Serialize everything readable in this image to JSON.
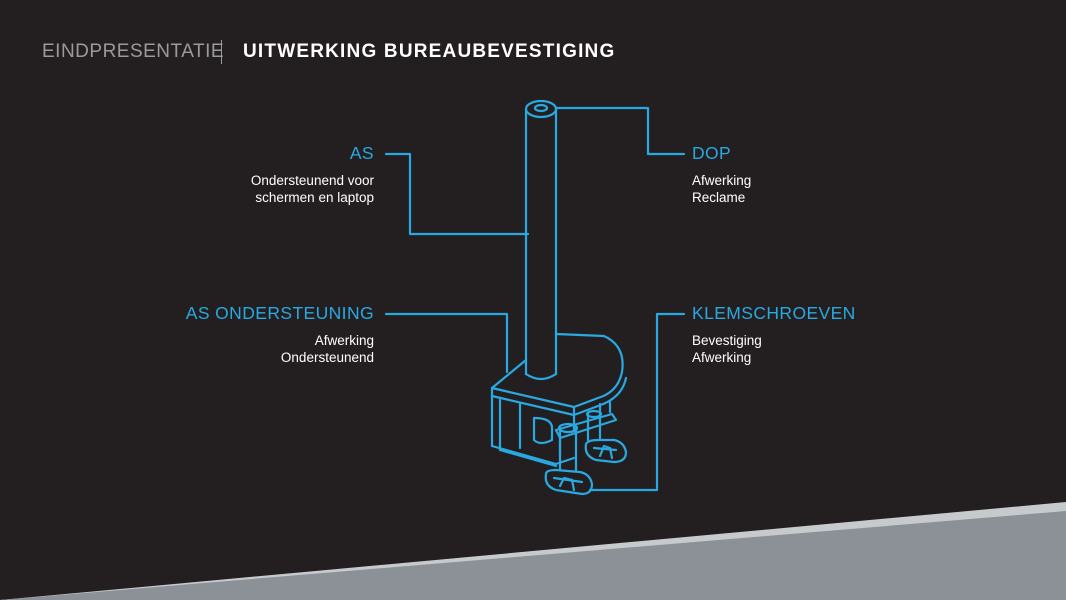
{
  "header": {
    "section": "EINDPRESENTATIE",
    "title": "UITWERKING BUREAUBEVESTIGING"
  },
  "callouts": {
    "as": {
      "title": "AS",
      "line1": "Ondersteunend voor",
      "line2": "schermen en laptop"
    },
    "dop": {
      "title": "DOP",
      "line1": "Afwerking",
      "line2": "Reclame"
    },
    "as_ondersteuning": {
      "title": "AS ONDERSTEUNING",
      "line1": "Afwerking",
      "line2": "Ondersteunend"
    },
    "klemschroeven": {
      "title": "KLEMSCHROEVEN",
      "line1": "Bevestiging",
      "line2": "Afwerking"
    }
  },
  "colors": {
    "background": "#231f20",
    "accent": "#29a9e1",
    "footer_band": "#8b9197",
    "footer_band_light": "#c7cacd"
  }
}
